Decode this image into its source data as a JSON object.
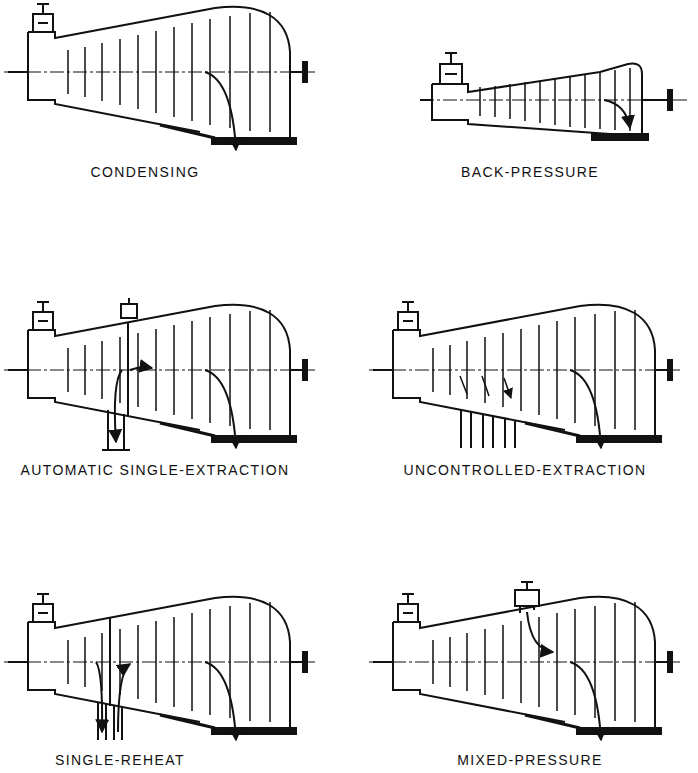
{
  "diagram": {
    "labels": [
      "CONDENSING",
      "BACK-PRESSURE",
      "AUTOMATIC SINGLE-EXTRACTION",
      "UNCONTROLLED-EXTRACTION",
      "SINGLE-REHEAT",
      "MIXED-PRESSURE"
    ]
  }
}
